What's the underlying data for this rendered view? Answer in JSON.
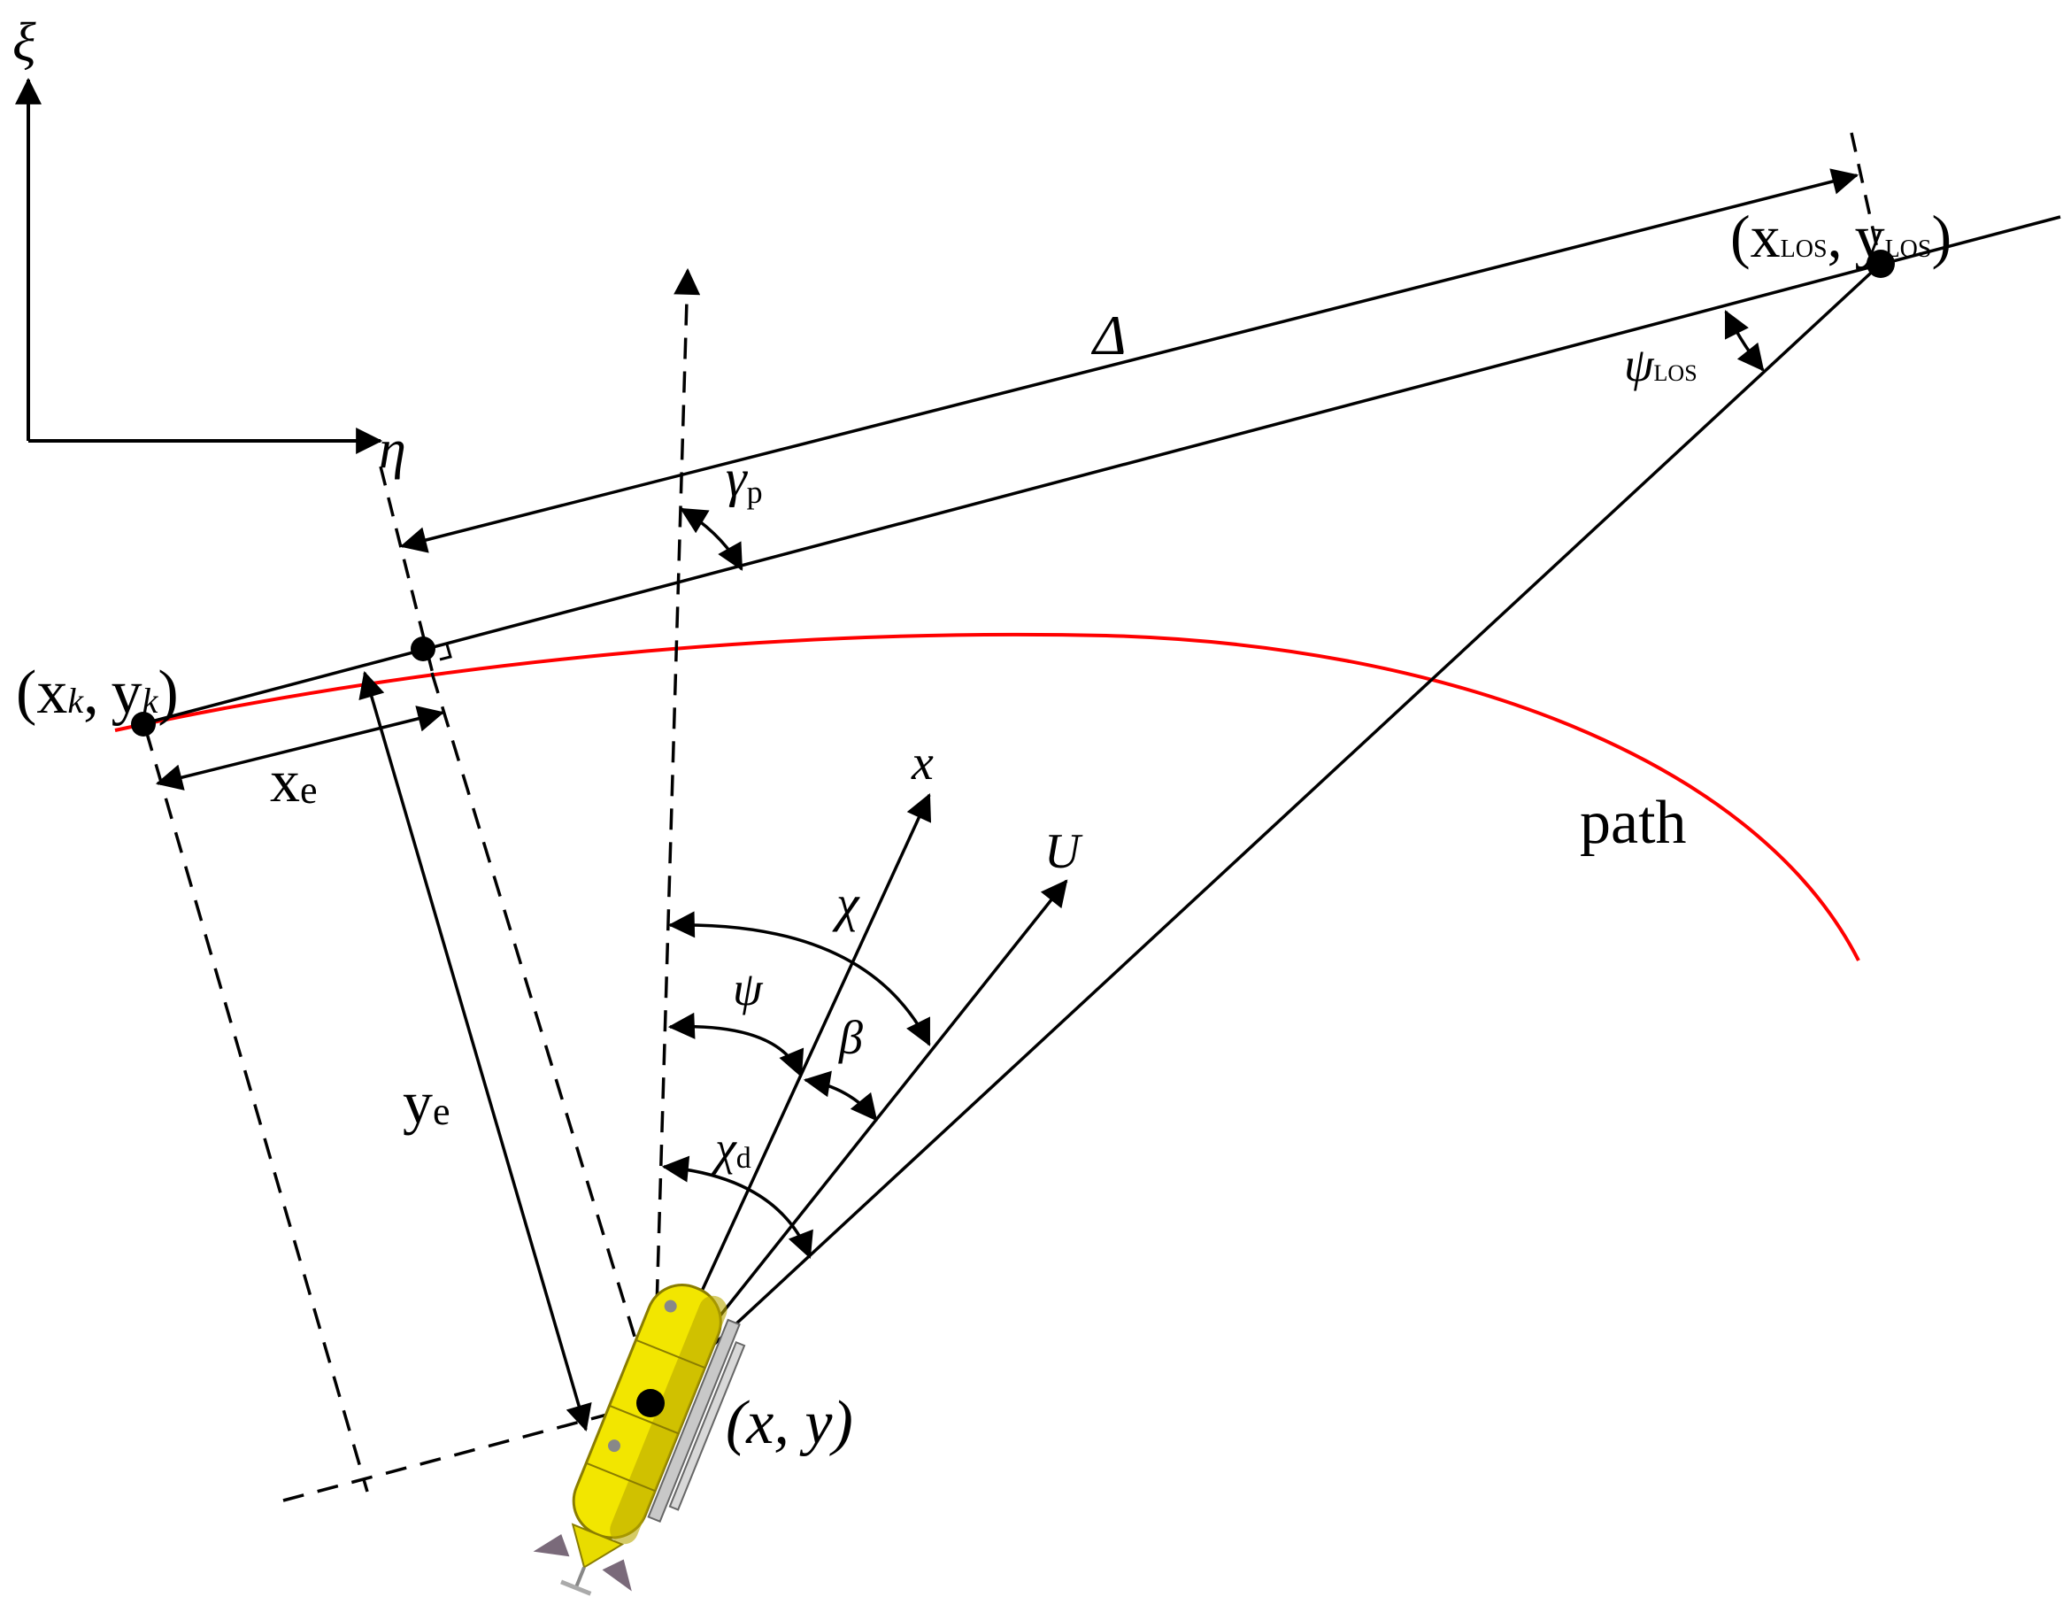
{
  "colors": {
    "line": "#000000",
    "path_curve": "#ff0000",
    "vehicle_body": "#f2e600",
    "vehicle_shadow": "#b9a900",
    "background": "#ffffff"
  },
  "labels": {
    "xi": "ξ",
    "eta": "η",
    "delta": "Δ",
    "gamma_p": {
      "main": "γ",
      "sub": "p"
    },
    "psi_los": {
      "main": "ψ",
      "sub": "LOS"
    },
    "los_point": {
      "open": "(",
      "x": "x",
      "x_sub": "LOS",
      "comma": ",",
      "y": "y",
      "y_sub": "LOS",
      "close": ")"
    },
    "k_point": {
      "open": "(",
      "x": "x",
      "x_sub": "k",
      "comma": ",",
      "y": "y",
      "y_sub": "k",
      "close": ")"
    },
    "x_e": {
      "main": "x",
      "sub": "e"
    },
    "y_e": {
      "main": "y",
      "sub": "e"
    },
    "x_axis": "x",
    "U": "U",
    "chi": "χ",
    "psi": "ψ",
    "beta": "β",
    "chi_d": {
      "main": "χ",
      "sub": "d"
    },
    "vehicle_point": "(x, y)",
    "path": "path"
  },
  "icons": {
    "vehicle": "auv-vehicle-icon"
  }
}
